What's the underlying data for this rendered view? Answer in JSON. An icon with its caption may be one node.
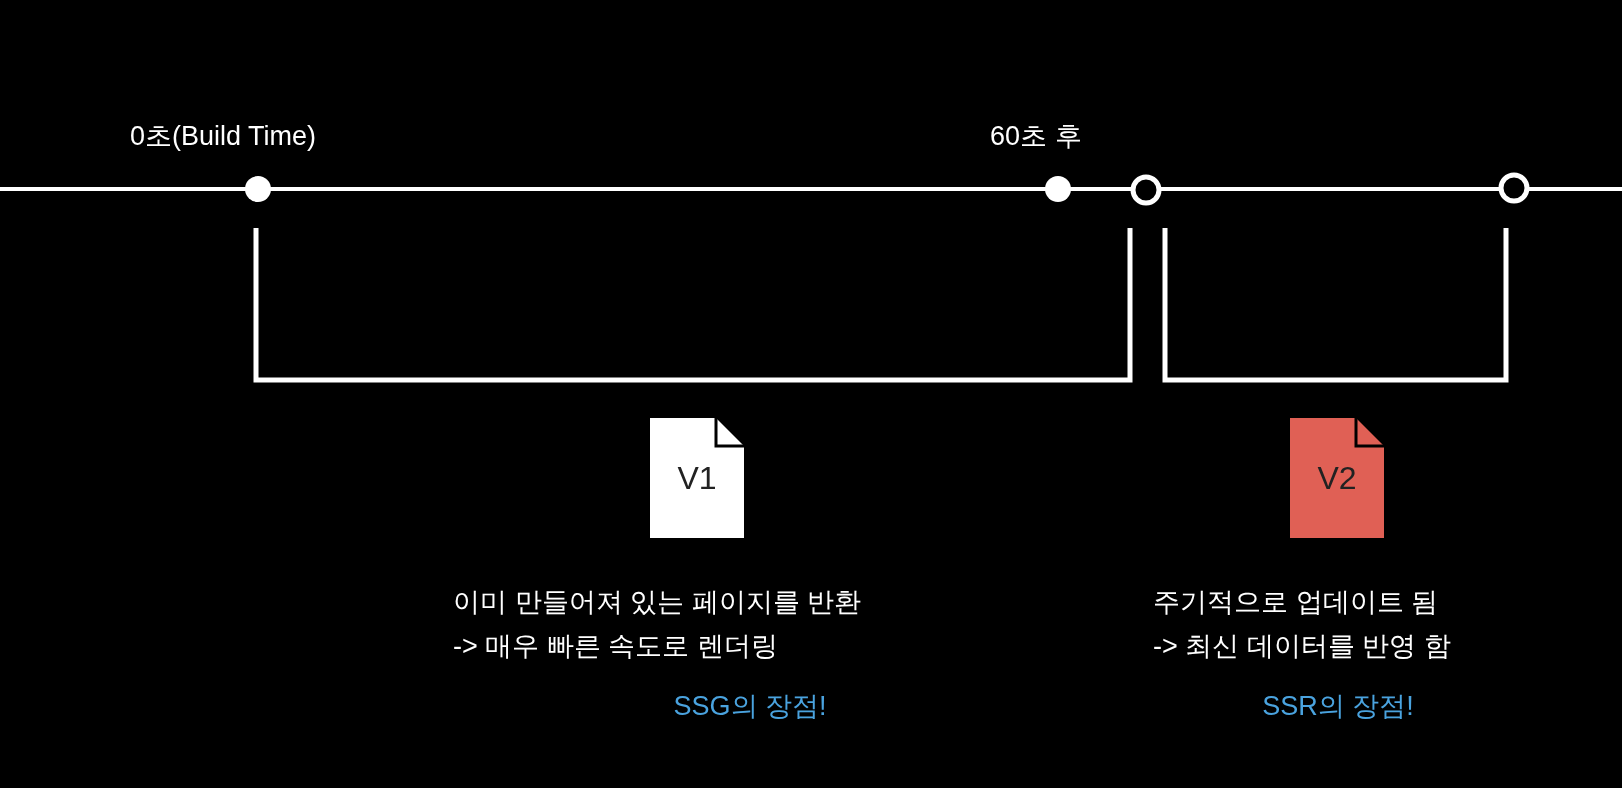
{
  "diagram": {
    "nodes": [
      {
        "text": [
          "V1"
        ],
        "beside": [
          "이미 만들어져 있는 페이지를 반환",
          "-> 매우 빠른 속도로 렌더링",
          "SSG의 장점!"
        ]
      },
      {
        "text": [
          "V2"
        ],
        "beside": [
          "주기적으로 업데이트 됨",
          "-> 최신 데이터를 반영 함",
          "SSR의 장점!"
        ]
      }
    ],
    "labels": [
      "0초(Build Time)",
      "60초 후"
    ]
  }
}
